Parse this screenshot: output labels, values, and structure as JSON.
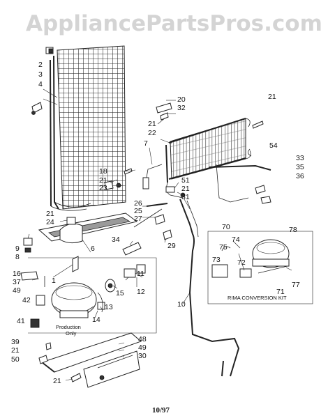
{
  "watermark": "AppliancePartsPros.com",
  "footer_code": "10/97",
  "notes": {
    "production_line1": "Production",
    "production_line2": "Only",
    "rima_kit": "RIMA CONVERSION KIT"
  },
  "callouts": [
    {
      "id": "c-2",
      "text": "2"
    },
    {
      "id": "c-3",
      "text": "3"
    },
    {
      "id": "c-4",
      "text": "4"
    },
    {
      "id": "c-20",
      "text": "20"
    },
    {
      "id": "c-32",
      "text": "32"
    },
    {
      "id": "c-21a",
      "text": "21"
    },
    {
      "id": "c-21b",
      "text": "21"
    },
    {
      "id": "c-22",
      "text": "22"
    },
    {
      "id": "c-7",
      "text": "7"
    },
    {
      "id": "c-54",
      "text": "54"
    },
    {
      "id": "c-33",
      "text": "33"
    },
    {
      "id": "c-35",
      "text": "35"
    },
    {
      "id": "c-36",
      "text": "36"
    },
    {
      "id": "c-18",
      "text": "18"
    },
    {
      "id": "c-21c",
      "text": "21"
    },
    {
      "id": "c-23",
      "text": "23"
    },
    {
      "id": "c-51",
      "text": "51"
    },
    {
      "id": "c-21d",
      "text": "21"
    },
    {
      "id": "c-31",
      "text": "31"
    },
    {
      "id": "c-26",
      "text": "26"
    },
    {
      "id": "c-25",
      "text": "25"
    },
    {
      "id": "c-27",
      "text": "27"
    },
    {
      "id": "c-21e",
      "text": "21"
    },
    {
      "id": "c-24",
      "text": "24"
    },
    {
      "id": "c-9",
      "text": "9"
    },
    {
      "id": "c-8",
      "text": "8"
    },
    {
      "id": "c-6",
      "text": "6"
    },
    {
      "id": "c-34",
      "text": "34"
    },
    {
      "id": "c-29",
      "text": "29"
    },
    {
      "id": "c-70",
      "text": "70"
    },
    {
      "id": "c-78",
      "text": "78"
    },
    {
      "id": "c-75",
      "text": "75"
    },
    {
      "id": "c-74",
      "text": "74"
    },
    {
      "id": "c-73",
      "text": "73"
    },
    {
      "id": "c-72",
      "text": "72"
    },
    {
      "id": "c-71",
      "text": "71"
    },
    {
      "id": "c-77",
      "text": "77"
    },
    {
      "id": "c-16",
      "text": "16"
    },
    {
      "id": "c-37",
      "text": "37"
    },
    {
      "id": "c-49a",
      "text": "49"
    },
    {
      "id": "c-1",
      "text": "1"
    },
    {
      "id": "c-11",
      "text": "11"
    },
    {
      "id": "c-12",
      "text": "12"
    },
    {
      "id": "c-42",
      "text": "42"
    },
    {
      "id": "c-15",
      "text": "15"
    },
    {
      "id": "c-13",
      "text": "13"
    },
    {
      "id": "c-14",
      "text": "14"
    },
    {
      "id": "c-41",
      "text": "41"
    },
    {
      "id": "c-10",
      "text": "10"
    },
    {
      "id": "c-39",
      "text": "39"
    },
    {
      "id": "c-21f",
      "text": "21"
    },
    {
      "id": "c-50",
      "text": "50"
    },
    {
      "id": "c-48",
      "text": "48"
    },
    {
      "id": "c-49b",
      "text": "49"
    },
    {
      "id": "c-30",
      "text": "30"
    },
    {
      "id": "c-21g",
      "text": "21"
    }
  ]
}
